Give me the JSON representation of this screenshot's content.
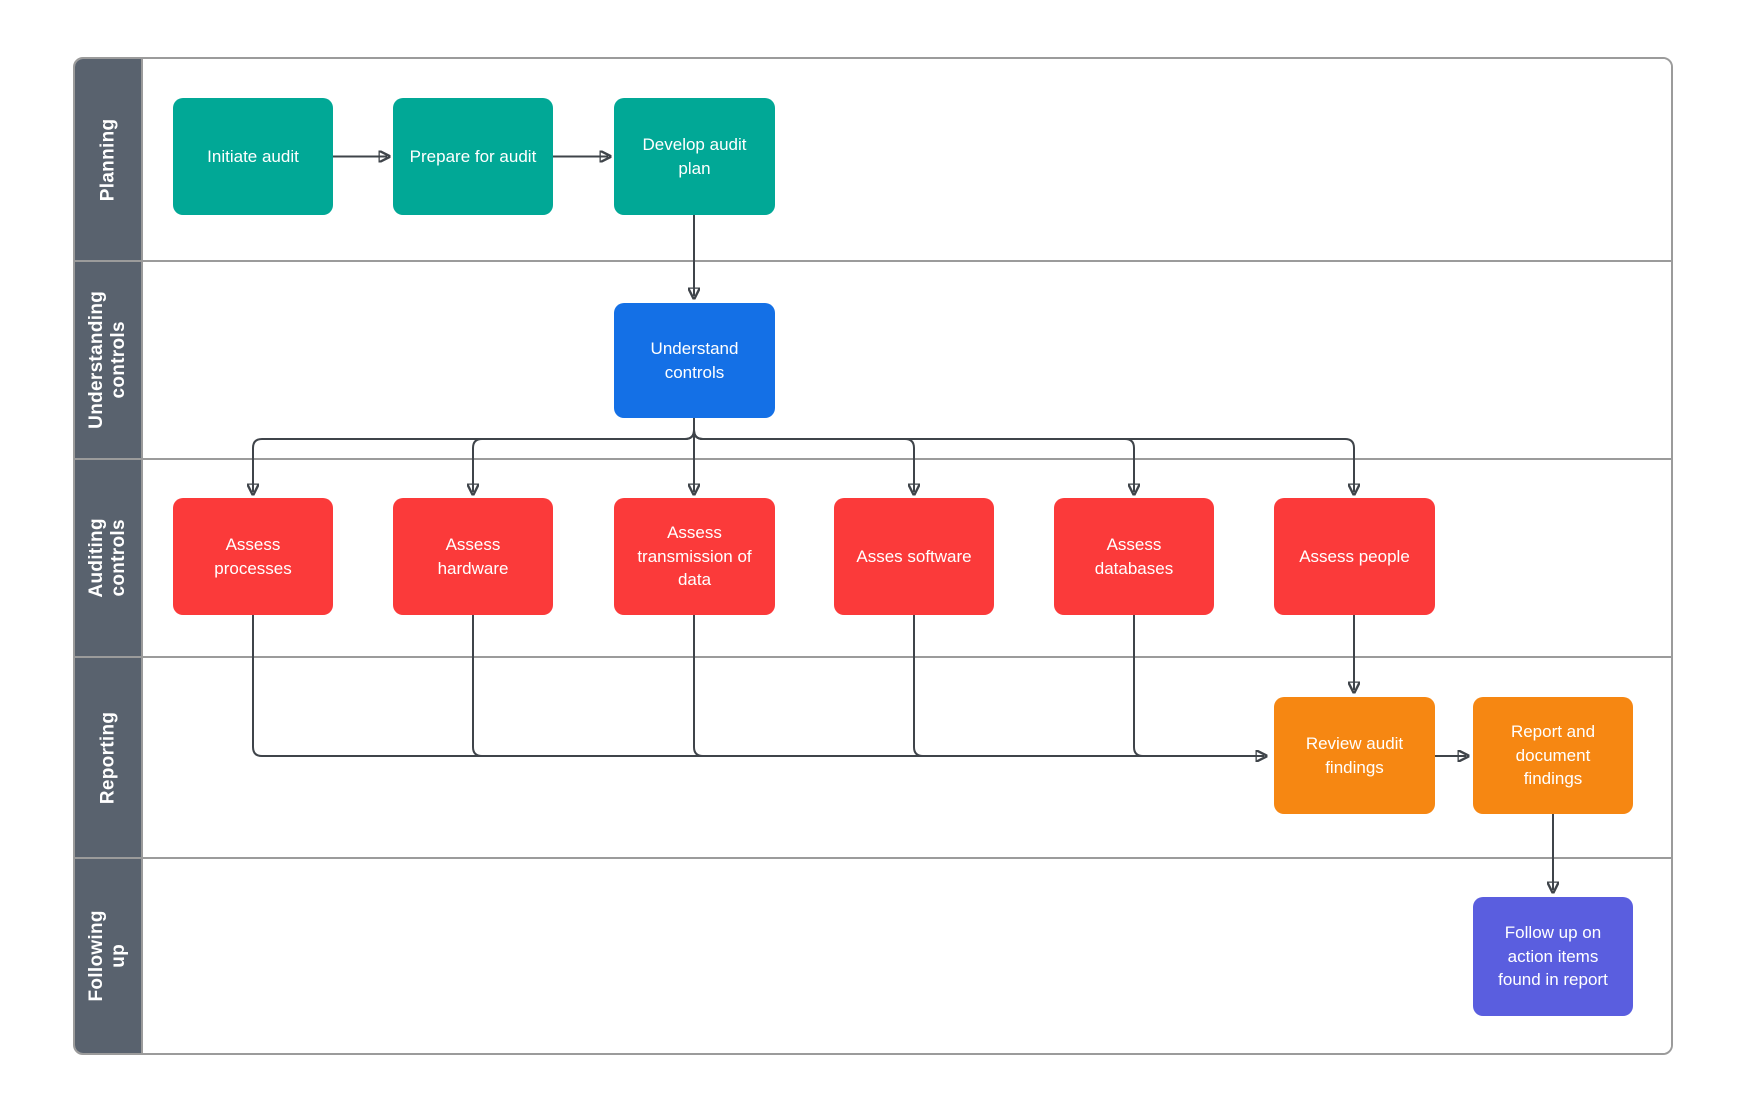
{
  "lanes": {
    "planning": {
      "label": "Planning"
    },
    "understanding": {
      "label": "Understanding\ncontrols"
    },
    "auditing": {
      "label": "Auditing\ncontrols"
    },
    "reporting": {
      "label": "Reporting"
    },
    "following_up": {
      "label": "Following up"
    }
  },
  "nodes": {
    "initiate_audit": {
      "label": "Initiate audit"
    },
    "prepare_for_audit": {
      "label": "Prepare for audit"
    },
    "develop_audit_plan": {
      "label": "Develop audit\nplan"
    },
    "understand_controls": {
      "label": "Understand\ncontrols"
    },
    "assess_processes": {
      "label": "Assess\nprocesses"
    },
    "assess_hardware": {
      "label": "Assess\nhardware"
    },
    "assess_transmission": {
      "label": "Assess\ntransmission of\ndata"
    },
    "asses_software": {
      "label": "Asses software"
    },
    "assess_databases": {
      "label": "Assess\ndatabases"
    },
    "assess_people": {
      "label": "Assess people"
    },
    "review_audit_findings": {
      "label": "Review audit\nfindings"
    },
    "report_document_findings": {
      "label": "Report and\ndocument\nfindings"
    },
    "follow_up": {
      "label": "Follow up on\naction items\nfound in report"
    }
  },
  "colors": {
    "planning_node": "#01a896",
    "understanding_node": "#1470e6",
    "auditing_node": "#fb3a3a",
    "reporting_node": "#f68712",
    "following_up_node": "#5a5edf",
    "lane_header_background": "#59626e",
    "lane_border": "#9b9b9b",
    "connector": "#3f444a",
    "node_text": "#ffffff"
  }
}
